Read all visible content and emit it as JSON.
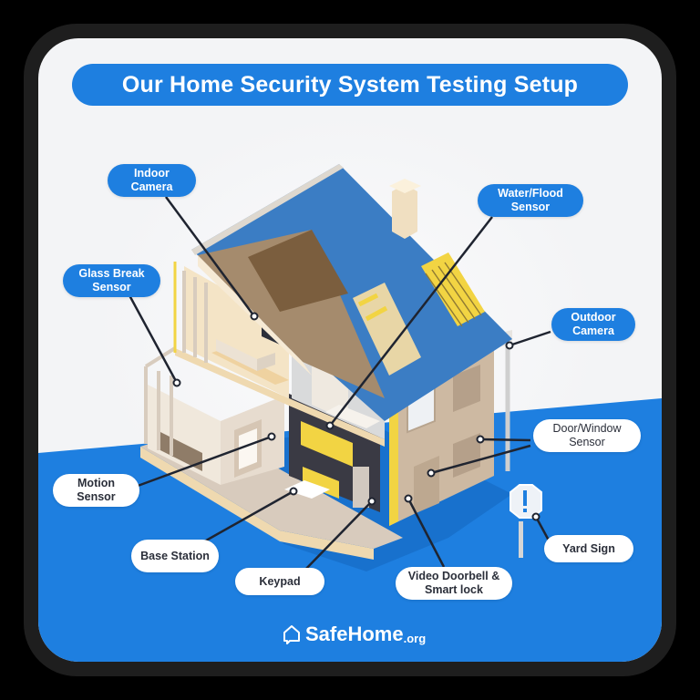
{
  "title": "Our Home Security System Testing Setup",
  "labels": {
    "indoor_camera": "Indoor Camera",
    "glass_break_sensor": "Glass Break Sensor",
    "water_flood_sensor": "Water/Flood Sensor",
    "outdoor_camera": "Outdoor Camera",
    "door_window_sensor": "Door/Window Sensor",
    "yard_sign": "Yard Sign",
    "motion_sensor": "Motion Sensor",
    "base_station": "Base Station",
    "keypad": "Keypad",
    "video_doorbell": "Video Doorbell & Smart lock"
  },
  "logo": {
    "brand": "SafeHome",
    "tld": ".org"
  },
  "colors": {
    "accent_blue": "#1e7fe0",
    "roof_blue": "#3b7dc4",
    "background": "#f3f4f6",
    "frame": "#1e1e1e",
    "label_text_dark": "#2b2f3a",
    "wall_tan": "#cdb9a2",
    "insulation_yellow": "#f2d443"
  }
}
